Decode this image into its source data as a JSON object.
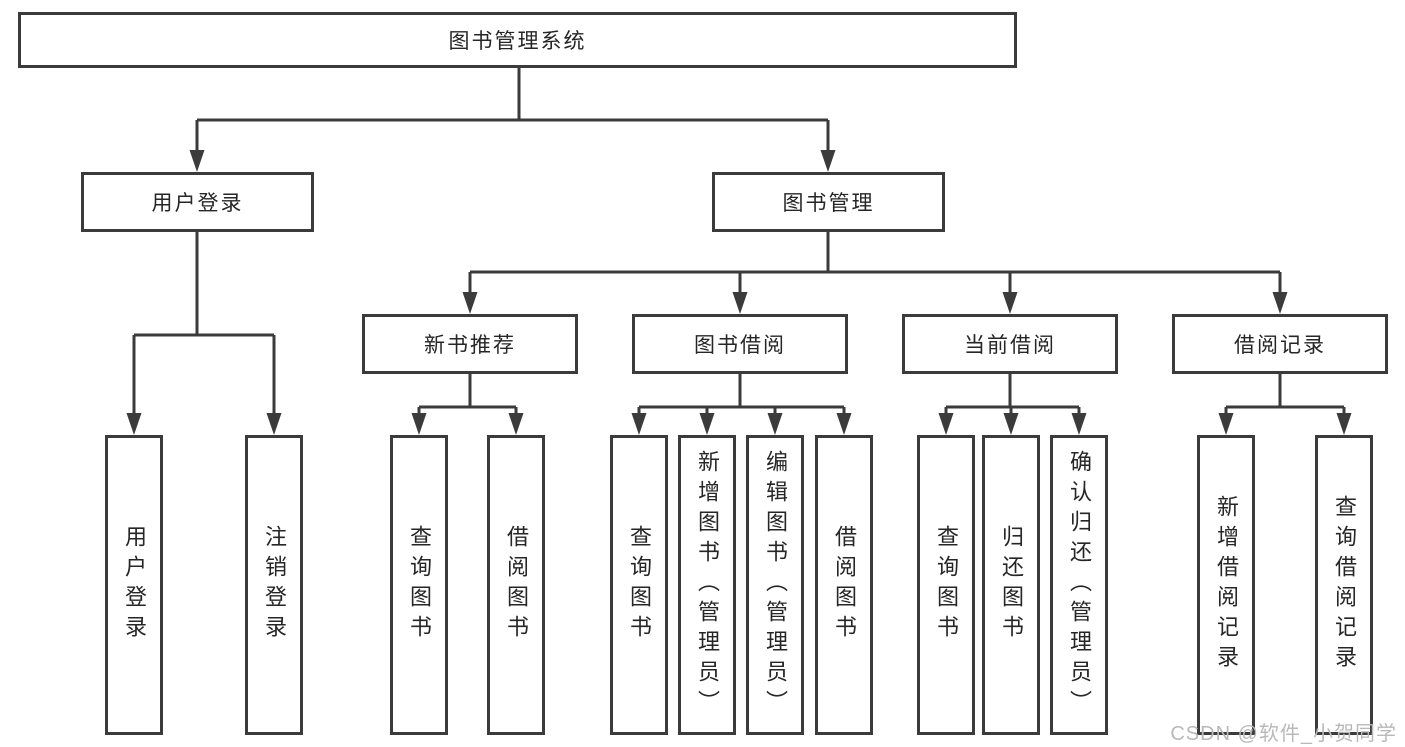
{
  "diagram": {
    "root": {
      "label": "图书管理系统"
    },
    "level2": {
      "user_login": {
        "label": "用户登录"
      },
      "book_management": {
        "label": "图书管理"
      }
    },
    "level3": {
      "new_book_recommend": {
        "label": "新书推荐"
      },
      "book_borrowing": {
        "label": "图书借阅"
      },
      "current_borrowing": {
        "label": "当前借阅"
      },
      "borrowing_records": {
        "label": "借阅记录"
      }
    },
    "leaves": {
      "login_user_login": {
        "label": "用户登录"
      },
      "login_logout": {
        "label": "注销登录"
      },
      "rec_query_books": {
        "label": "查询图书"
      },
      "rec_borrow_books": {
        "label": "借阅图书"
      },
      "bor_query_books": {
        "label": "查询图书"
      },
      "bor_add_books": {
        "label": "新增图书（管理员）"
      },
      "bor_edit_books": {
        "label": "编辑图书（管理员）"
      },
      "bor_borrow_books": {
        "label": "借阅图书"
      },
      "cur_query_books": {
        "label": "查询图书"
      },
      "cur_return_books": {
        "label": "归还图书"
      },
      "cur_confirm_return": {
        "label": "确认归还（管理员）"
      },
      "log_add_record": {
        "label": "新增借阅记录"
      },
      "log_query_record": {
        "label": "查询借阅记录"
      }
    }
  },
  "watermark": {
    "text": "CSDN @软件_小贺同学"
  },
  "colors": {
    "line": "#3b3b3b",
    "border": "#3b3b3b",
    "text": "#262626",
    "background": "#ffffff",
    "watermark": "#b9b9b9"
  }
}
